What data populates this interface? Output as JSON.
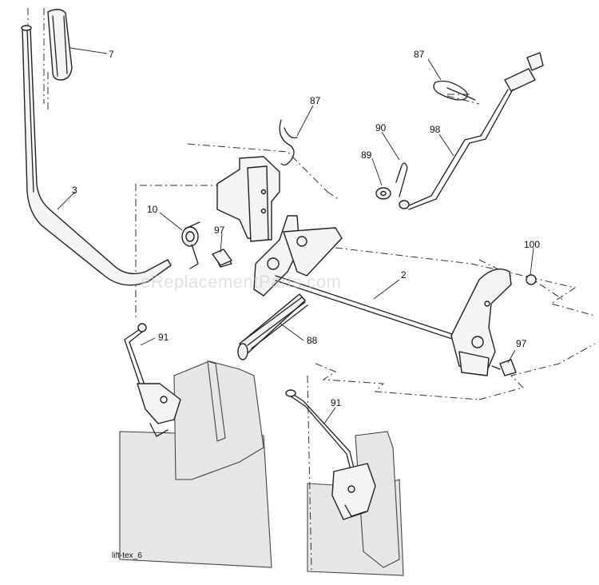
{
  "watermark": "eReplacementParts.com",
  "caption": "lift-tex_6",
  "callouts": [
    {
      "id": "7",
      "text": "7"
    },
    {
      "id": "3",
      "text": "3"
    },
    {
      "id": "87a",
      "text": "87"
    },
    {
      "id": "87b",
      "text": "87"
    },
    {
      "id": "90",
      "text": "90"
    },
    {
      "id": "89",
      "text": "89"
    },
    {
      "id": "98",
      "text": "98"
    },
    {
      "id": "10",
      "text": "10"
    },
    {
      "id": "97a",
      "text": "97"
    },
    {
      "id": "100",
      "text": "100"
    },
    {
      "id": "2",
      "text": "2"
    },
    {
      "id": "91a",
      "text": "91"
    },
    {
      "id": "88",
      "text": "88"
    },
    {
      "id": "97b",
      "text": "97"
    },
    {
      "id": "91b",
      "text": "91"
    }
  ]
}
